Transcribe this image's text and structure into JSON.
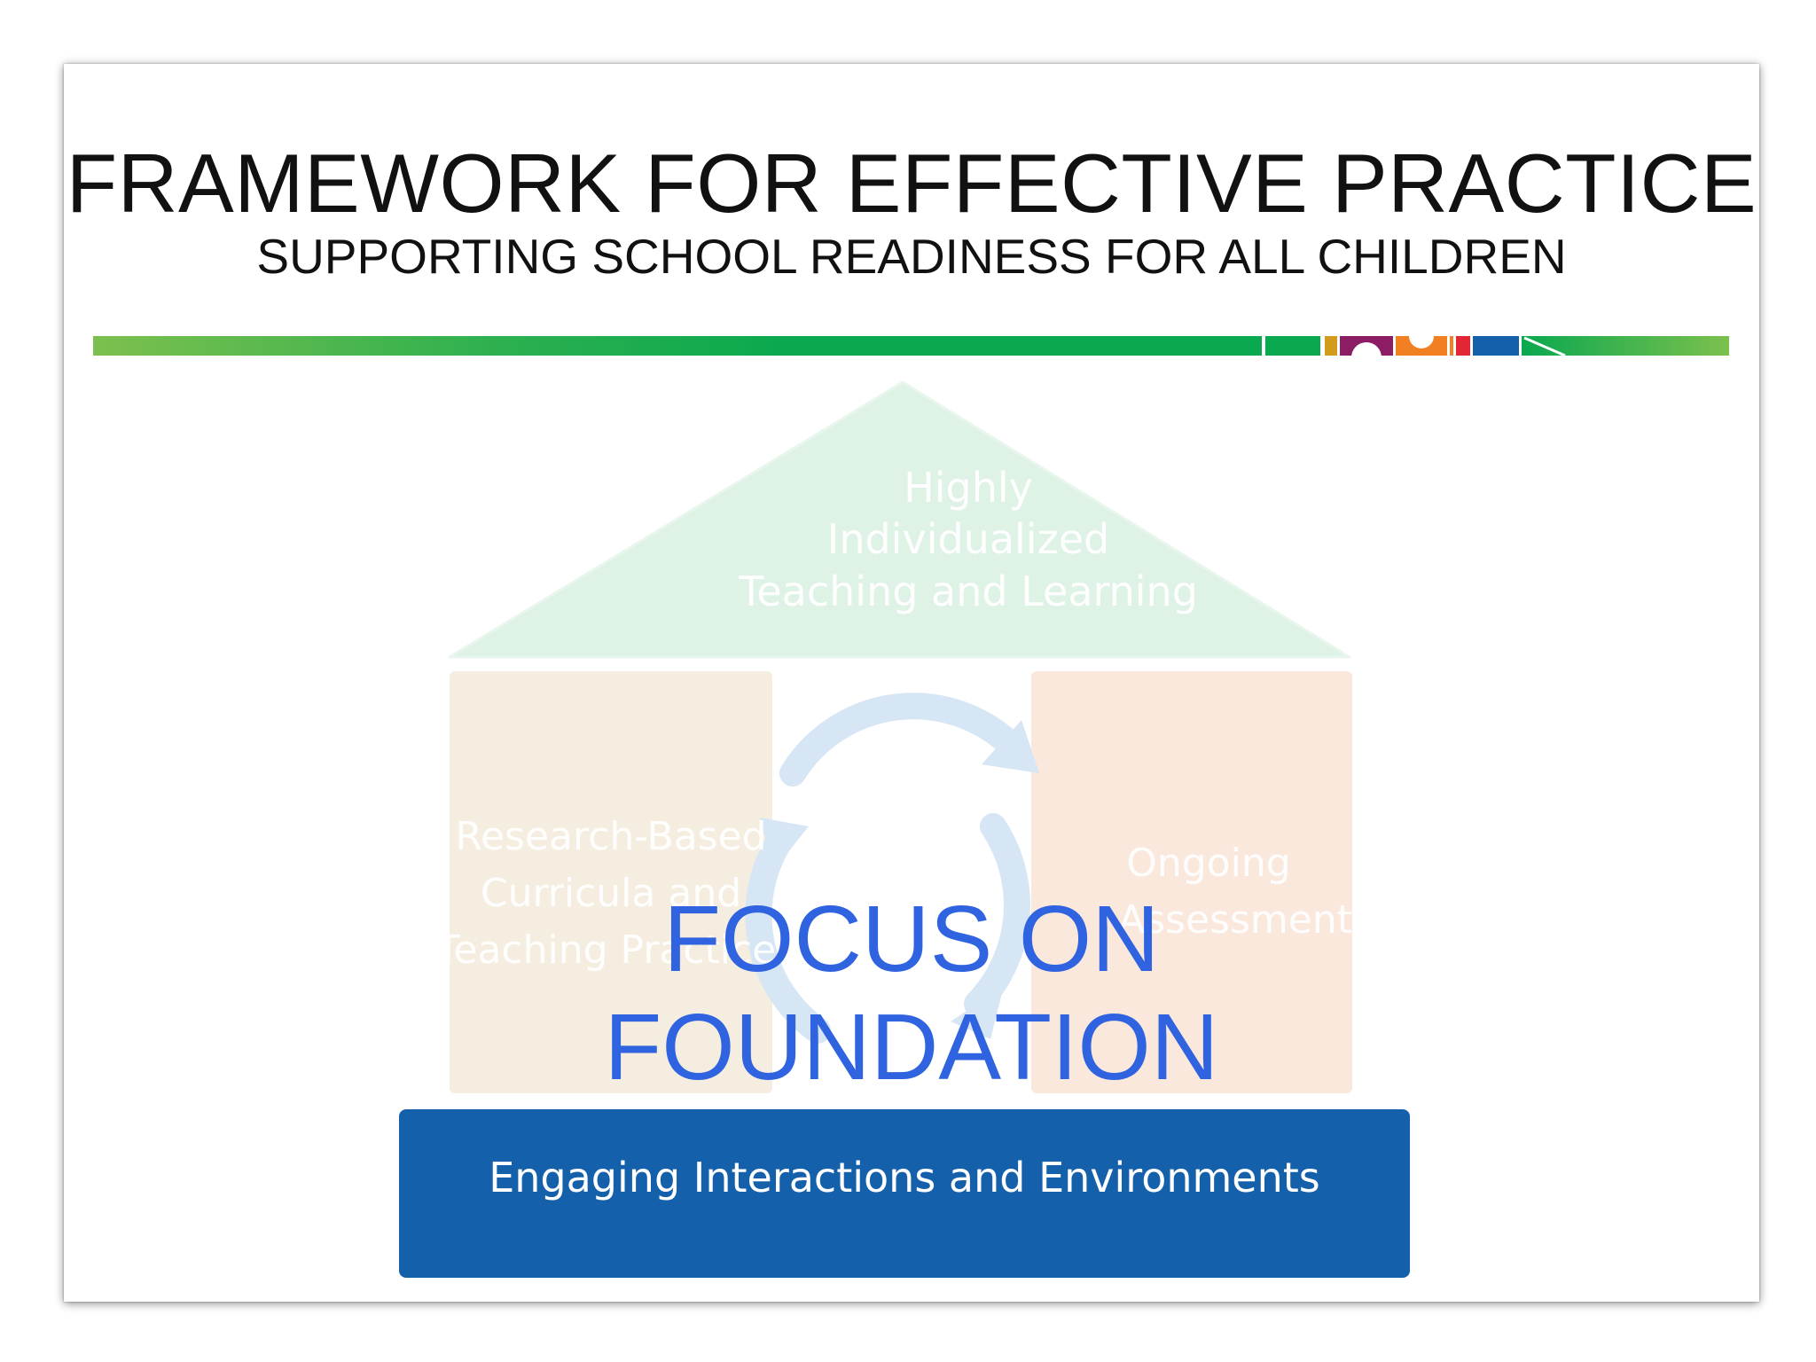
{
  "slide": {
    "title": "FRAMEWORK FOR EFFECTIVE PRACTICE",
    "subtitle": "SUPPORTING SCHOOL READINESS FOR ALL CHILDREN"
  },
  "house": {
    "roof_lines": [
      "Highly",
      "Individualized",
      "Teaching and Learning"
    ],
    "left_pillar_lines": [
      "Research-Based",
      "Curricula and",
      "Teaching Practices"
    ],
    "right_pillar_lines": [
      "Ongoing",
      "Assessment"
    ],
    "foundation_label": "Engaging Interactions and Environments"
  },
  "overlay": {
    "lines": [
      "FOCUS ON",
      "FOUNDATION"
    ]
  },
  "colors": {
    "roof": "#def2e6",
    "left_pillar": "#f6ede1",
    "right_pillar": "#fbe8dd",
    "foundation": "#1560aa",
    "overlay_text": "#2f63e0",
    "band_green": "#0aa84f",
    "band_light_green": "#7cc04e"
  }
}
